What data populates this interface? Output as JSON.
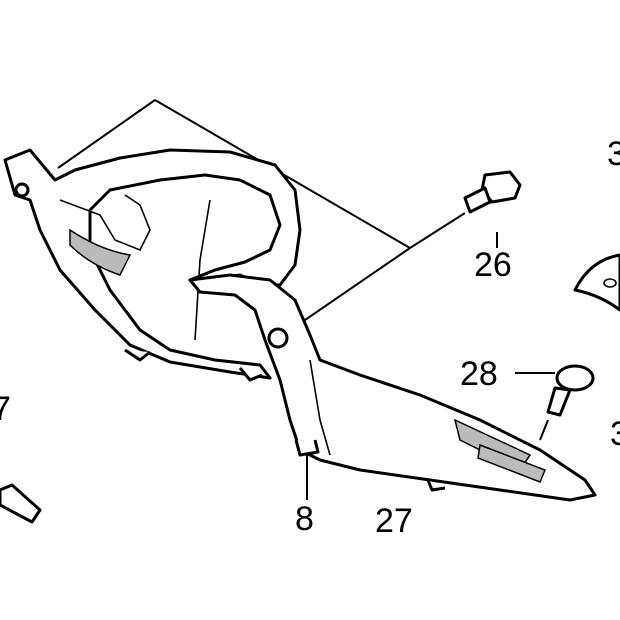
{
  "diagram": {
    "title": "Parts diagram",
    "callouts": {
      "part_26": "26",
      "part_28": "28",
      "part_8": "8",
      "part_27": "27",
      "part_3_top": "3",
      "part_3_mid": "3",
      "part_7": "7"
    }
  }
}
